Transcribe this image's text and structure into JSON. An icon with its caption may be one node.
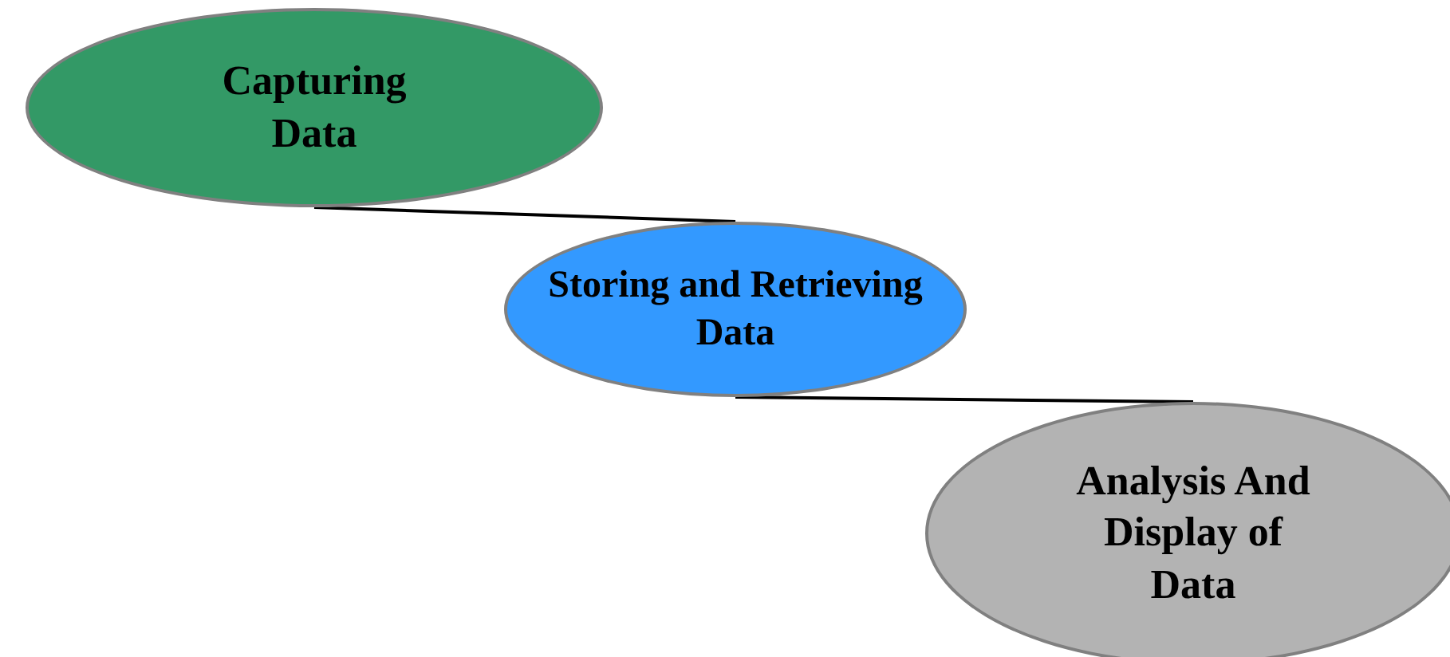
{
  "diagram": {
    "nodes": [
      {
        "text": [
          "Capturing Data"
        ]
      },
      {
        "text": [
          "Storing and Retrieving Data"
        ]
      },
      {
        "text": [
          "Analysis And Display of Data"
        ]
      }
    ],
    "edges": [
      {
        "from": 0,
        "to": 1,
        "arrow": "none"
      },
      {
        "from": 1,
        "to": 2,
        "arrow": "none"
      }
    ]
  }
}
